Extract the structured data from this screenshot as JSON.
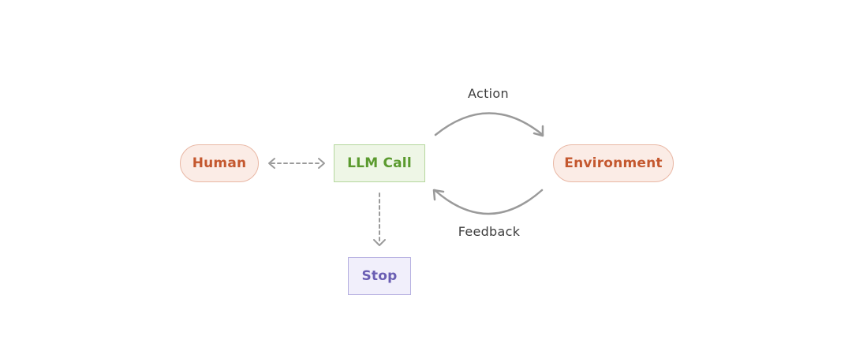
{
  "nodes": {
    "human": "Human",
    "llm_call": "LLM Call",
    "environment": "Environment",
    "stop": "Stop"
  },
  "edges": {
    "action": "Action",
    "feedback": "Feedback"
  },
  "colors": {
    "human_fill": "#fbece6",
    "human_text": "#c4582f",
    "llm_fill": "#eef6e6",
    "llm_text": "#5a9a2e",
    "stop_fill": "#f1effb",
    "stop_text": "#6a5eb3",
    "arrow": "#9a9a9a"
  }
}
